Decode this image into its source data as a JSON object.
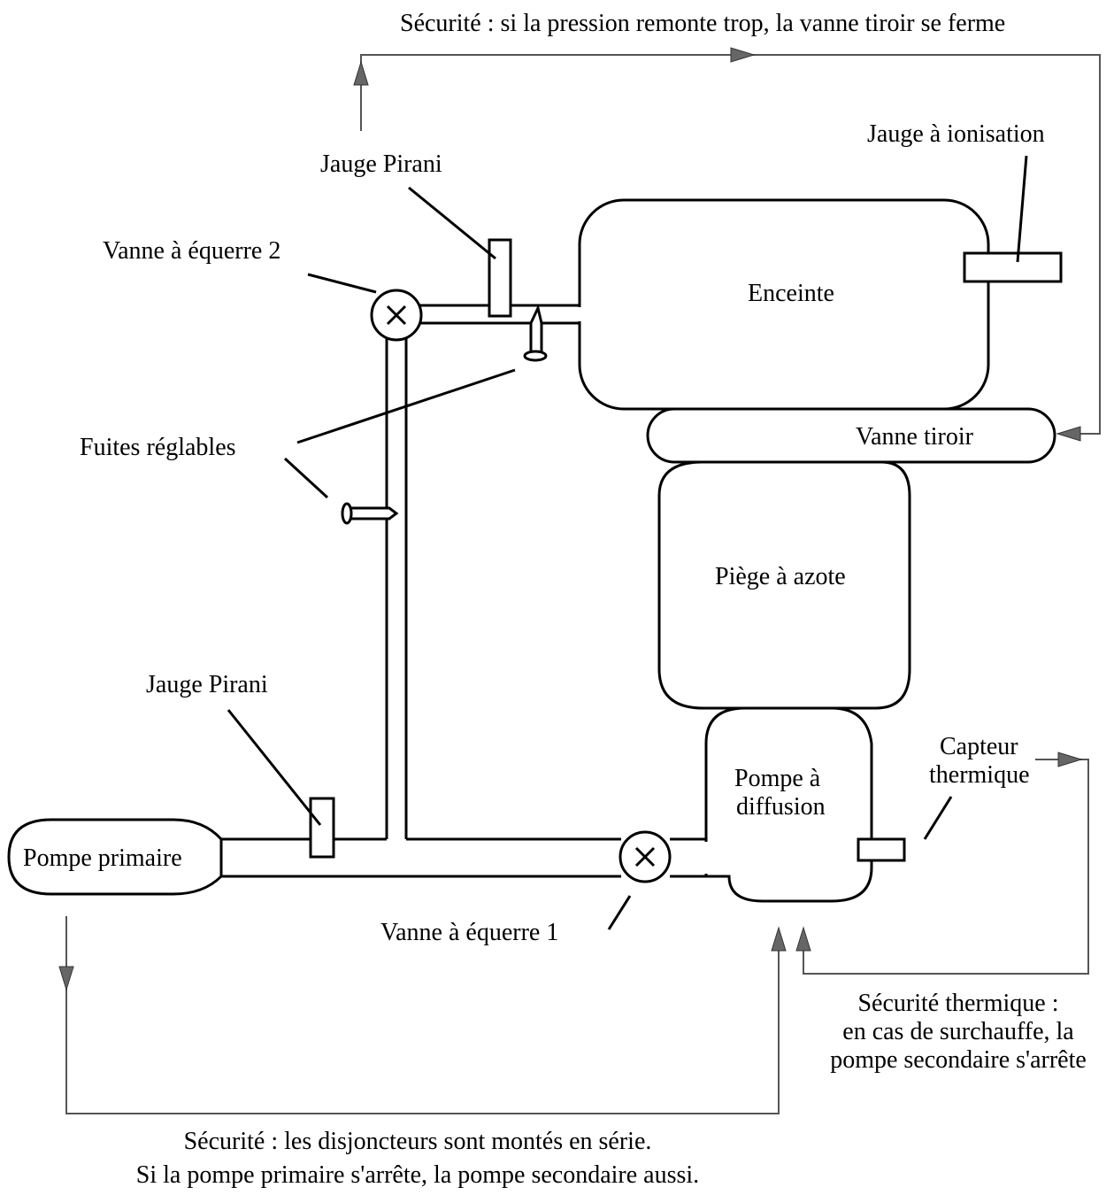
{
  "labels": {
    "top_security": "Sécurité : si la pression remonte trop, la vanne tiroir se ferme",
    "jauge_ionisation": "Jauge à ionisation",
    "jauge_pirani_top": "Jauge Pirani",
    "vanne_equerre_2": "Vanne à équerre 2",
    "enceinte": "Enceinte",
    "vanne_tiroir": "Vanne tiroir",
    "fuites_reglables": "Fuites réglables",
    "piege_azote": "Piège à azote",
    "jauge_pirani_bottom": "Jauge Pirani",
    "capteur_line1": "Capteur",
    "capteur_line2": "thermique",
    "pompe_diffusion_line1": "Pompe à",
    "pompe_diffusion_line2": "diffusion",
    "pompe_primaire": "Pompe primaire",
    "vanne_equerre_1": "Vanne à équerre 1",
    "securite_thermique_line1": "Sécurité thermique :",
    "securite_thermique_line2": "en cas de surchauffe, la",
    "securite_thermique_line3": "pompe secondaire s'arrête",
    "bottom_line1": "Sécurité : les disjoncteurs sont montés en série.",
    "bottom_line2": "Si la pompe primaire s'arrête, la pompe secondaire aussi."
  }
}
